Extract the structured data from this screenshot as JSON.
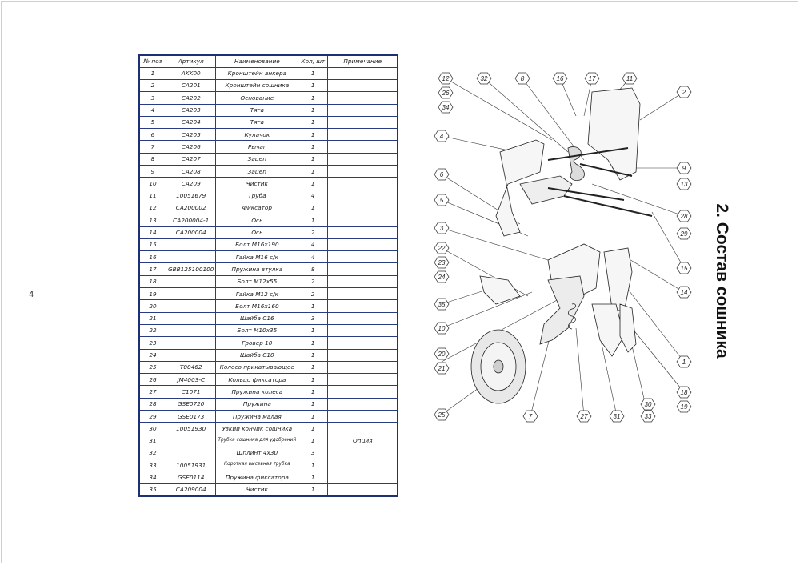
{
  "page_number": "4",
  "section_title": "2. Состав сошника",
  "table": {
    "headers": [
      "№ поз",
      "Артикул",
      "Наименование",
      "Кол, шт",
      "Примечание"
    ],
    "rows": [
      [
        "1",
        "AKK00",
        "Кронштейн анкера",
        "1",
        ""
      ],
      [
        "2",
        "CA201",
        "Кронштейн сошника",
        "1",
        ""
      ],
      [
        "3",
        "CA202",
        "Основание",
        "1",
        ""
      ],
      [
        "4",
        "CA203",
        "Тяга",
        "1",
        ""
      ],
      [
        "5",
        "CA204",
        "Тяга",
        "1",
        ""
      ],
      [
        "6",
        "CA205",
        "Кулачок",
        "1",
        ""
      ],
      [
        "7",
        "CA206",
        "Рычаг",
        "1",
        ""
      ],
      [
        "8",
        "CA207",
        "Зацеп",
        "1",
        ""
      ],
      [
        "9",
        "CA208",
        "Зацеп",
        "1",
        ""
      ],
      [
        "10",
        "CA209",
        "Чистик",
        "1",
        ""
      ],
      [
        "11",
        "10051679",
        "Труба",
        "4",
        ""
      ],
      [
        "12",
        "CA200002",
        "Фиксатор",
        "1",
        ""
      ],
      [
        "13",
        "CA200004-1",
        "Ось",
        "1",
        ""
      ],
      [
        "14",
        "CA200004",
        "Ось",
        "2",
        ""
      ],
      [
        "15",
        "",
        "Болт M16x190",
        "4",
        ""
      ],
      [
        "16",
        "",
        "Гайка M16 с/к",
        "4",
        ""
      ],
      [
        "17",
        "GBB125100100",
        "Пружина втулка",
        "8",
        ""
      ],
      [
        "18",
        "",
        "Болт M12x55",
        "2",
        ""
      ],
      [
        "19",
        "",
        "Гайка M12 с/к",
        "2",
        ""
      ],
      [
        "20",
        "",
        "Болт M16x160",
        "1",
        ""
      ],
      [
        "21",
        "",
        "Шайба C16",
        "3",
        ""
      ],
      [
        "22",
        "",
        "Болт M10x35",
        "1",
        ""
      ],
      [
        "23",
        "",
        "Гровер 10",
        "1",
        ""
      ],
      [
        "24",
        "",
        "Шайба C10",
        "1",
        ""
      ],
      [
        "25",
        "T00462",
        "Колесо прикатывающее",
        "1",
        ""
      ],
      [
        "26",
        "JM4003-C",
        "Кольцо фиксатора",
        "1",
        ""
      ],
      [
        "27",
        "C1071",
        "Пружина колеса",
        "1",
        ""
      ],
      [
        "28",
        "GSE0720",
        "Пружина",
        "1",
        ""
      ],
      [
        "29",
        "GSE0173",
        "Пружина малая",
        "1",
        ""
      ],
      [
        "30",
        "10051930",
        "Узкий кончик сошника",
        "1",
        ""
      ],
      [
        "31",
        "",
        "Трубка сошника для удобрений",
        "1",
        "Опция"
      ],
      [
        "32",
        "",
        "Шплинт 4x30",
        "3",
        ""
      ],
      [
        "33",
        "10051931",
        "Короткая высевная трубка",
        "1",
        ""
      ],
      [
        "34",
        "GSE0114",
        "Пружина фиксатора",
        "1",
        ""
      ],
      [
        "35",
        "CA209004",
        "Чистик",
        "1",
        ""
      ]
    ]
  },
  "diagram": {
    "callouts": [
      "12",
      "26",
      "34",
      "32",
      "8",
      "16",
      "17",
      "11",
      "2",
      "4",
      "9",
      "13",
      "6",
      "5",
      "28",
      "29",
      "3",
      "22",
      "23",
      "24",
      "15",
      "14",
      "35",
      "10",
      "20",
      "21",
      "1",
      "18",
      "19",
      "25",
      "7",
      "27",
      "31",
      "30",
      "33"
    ]
  }
}
